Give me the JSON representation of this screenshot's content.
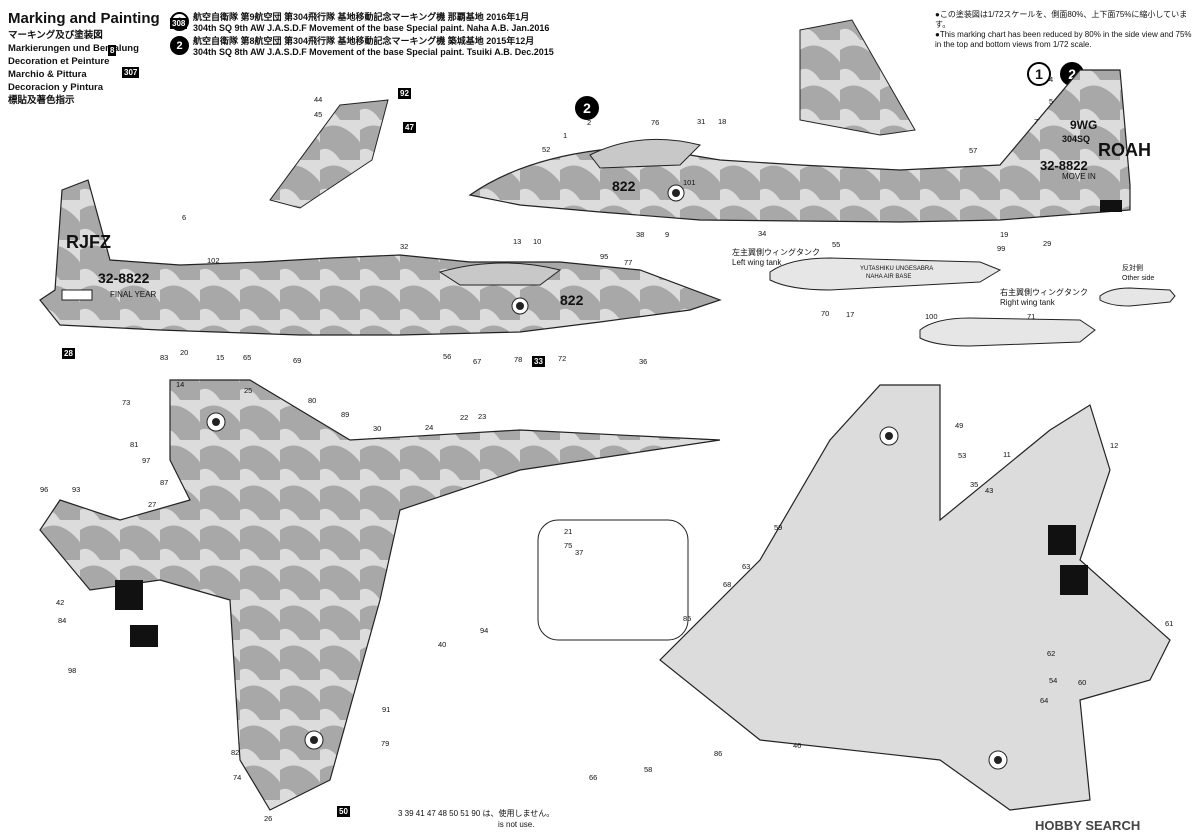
{
  "header": {
    "title": "Marking and Painting",
    "lines": [
      "マーキング及び塗装図",
      "Markierungen und Bemalung",
      "Decoration et Peinture",
      "Marchio & Pittura",
      "Decoracion y Pintura",
      "標貼及著色指示"
    ]
  },
  "schemes": [
    {
      "number": "1",
      "jp": "航空自衛隊 第9航空団 第304飛行隊 基地移動記念マーキング機 那覇基地 2016年1月",
      "en": "304th SQ 9th AW J.A.S.D.F Movement of the base Special paint. Naha A.B. Jan.2016"
    },
    {
      "number": "2",
      "jp": "航空自衛隊 第8航空団 第304飛行隊 基地移動記念マーキング機 築城基地 2015年12月",
      "en": "304th SQ 8th AW J.A.S.D.F Movement of the base Special paint. Tsuiki A.B. Dec.2015"
    }
  ],
  "note": {
    "jp": "●この塗装図は1/72スケールを、側面80%、上下面75%に縮小しています。",
    "en": "●This marking chart has been reduced by 80% in the side view and 75% in the top and bottom views from 1/72 scale."
  },
  "aircraft_markings": {
    "tail_code_1": "RJFZ",
    "tail_text_1": "FINAL YEAR",
    "serial": "32-8822",
    "nose_number": "822",
    "tail_code_2": "ROAH",
    "tail_text_2": "MOVE IN",
    "wing_code": "9WG",
    "tail_number": "304SQ"
  },
  "tanks": {
    "left_jp": "左主翼側ウィングタンク",
    "left_en": "Left wing tank",
    "right_jp": "右主翼側ウィングタンク",
    "right_en": "Right wing tank",
    "other_jp": "反対側",
    "other_en": "Other side",
    "tank_text_1": "YUTASHIKU UNGESABRA",
    "tank_text_2": "NAHA AIR BASE"
  },
  "unused_parts": {
    "numbers": "3 39 41 47 48 50 51 90",
    "jp": "は、使用しません。",
    "en": "is not use."
  },
  "brand": "HOBBY SEARCH",
  "colors": {
    "camo_dark": "#a8a8a8",
    "camo_light": "#dcdcdc",
    "outline": "#222222",
    "code_bg": "#000000"
  },
  "labels": [
    {
      "t": "308",
      "c": 1
    },
    {
      "t": "8",
      "c": 1
    },
    {
      "t": "307",
      "c": 1
    },
    {
      "t": "92",
      "c": 1
    },
    {
      "t": "47",
      "c": 1
    },
    {
      "t": "28",
      "c": 1
    },
    {
      "t": "45",
      "c": 0
    },
    {
      "t": "44",
      "c": 0
    },
    {
      "t": "13",
      "c": 0
    },
    {
      "t": "10",
      "c": 0
    },
    {
      "t": "31",
      "c": 0
    },
    {
      "t": "18",
      "c": 0
    },
    {
      "t": "52",
      "c": 0
    },
    {
      "t": "77",
      "c": 0
    },
    {
      "t": "95",
      "c": 0
    },
    {
      "t": "32",
      "c": 0
    },
    {
      "t": "102",
      "c": 0
    },
    {
      "t": "83",
      "c": 0
    },
    {
      "t": "20",
      "c": 0
    },
    {
      "t": "15",
      "c": 0
    },
    {
      "t": "65",
      "c": 0
    },
    {
      "t": "69",
      "c": 0
    },
    {
      "t": "56",
      "c": 0
    },
    {
      "t": "67",
      "c": 0
    },
    {
      "t": "78",
      "c": 0
    },
    {
      "t": "33",
      "c": 1
    },
    {
      "t": "72",
      "c": 0
    },
    {
      "t": "36",
      "c": 0
    },
    {
      "t": "55",
      "c": 0
    },
    {
      "t": "99",
      "c": 0
    },
    {
      "t": "70",
      "c": 0
    },
    {
      "t": "17",
      "c": 0
    },
    {
      "t": "71",
      "c": 0
    },
    {
      "t": "100",
      "c": 0
    },
    {
      "t": "14",
      "c": 0
    },
    {
      "t": "73",
      "c": 0
    },
    {
      "t": "25",
      "c": 0
    },
    {
      "t": "80",
      "c": 0
    },
    {
      "t": "81",
      "c": 0
    },
    {
      "t": "97",
      "c": 0
    },
    {
      "t": "87",
      "c": 0
    },
    {
      "t": "96",
      "c": 0
    },
    {
      "t": "93",
      "c": 0
    },
    {
      "t": "27",
      "c": 0
    },
    {
      "t": "42",
      "c": 0
    },
    {
      "t": "84",
      "c": 0
    },
    {
      "t": "98",
      "c": 0
    },
    {
      "t": "82",
      "c": 0
    },
    {
      "t": "74",
      "c": 0
    },
    {
      "t": "26",
      "c": 0
    },
    {
      "t": "79",
      "c": 0
    },
    {
      "t": "91",
      "c": 0
    },
    {
      "t": "89",
      "c": 0
    },
    {
      "t": "40",
      "c": 0
    },
    {
      "t": "94",
      "c": 0
    },
    {
      "t": "30",
      "c": 0
    },
    {
      "t": "24",
      "c": 0
    },
    {
      "t": "22",
      "c": 0
    },
    {
      "t": "23",
      "c": 0
    },
    {
      "t": "21",
      "c": 0
    },
    {
      "t": "75",
      "c": 0
    },
    {
      "t": "37",
      "c": 0
    },
    {
      "t": "68",
      "c": 0
    },
    {
      "t": "85",
      "c": 0
    },
    {
      "t": "63",
      "c": 0
    },
    {
      "t": "59",
      "c": 0
    },
    {
      "t": "49",
      "c": 0
    },
    {
      "t": "53",
      "c": 0
    },
    {
      "t": "35",
      "c": 0
    },
    {
      "t": "43",
      "c": 0
    },
    {
      "t": "11",
      "c": 0
    },
    {
      "t": "12",
      "c": 0
    },
    {
      "t": "61",
      "c": 0
    },
    {
      "t": "62",
      "c": 0
    },
    {
      "t": "54",
      "c": 0
    },
    {
      "t": "60",
      "c": 0
    },
    {
      "t": "64",
      "c": 0
    },
    {
      "t": "86",
      "c": 0
    },
    {
      "t": "46",
      "c": 0
    },
    {
      "t": "58",
      "c": 0
    },
    {
      "t": "66",
      "c": 0
    },
    {
      "t": "101",
      "c": 0
    },
    {
      "t": "57",
      "c": 0
    },
    {
      "t": "19",
      "c": 0
    },
    {
      "t": "29",
      "c": 0
    },
    {
      "t": "34",
      "c": 0
    },
    {
      "t": "76",
      "c": 0
    },
    {
      "t": "1",
      "c": 0
    },
    {
      "t": "2",
      "c": 0
    },
    {
      "t": "4",
      "c": 0
    },
    {
      "t": "5",
      "c": 0
    },
    {
      "t": "6",
      "c": 0
    },
    {
      "t": "7",
      "c": 0
    },
    {
      "t": "9",
      "c": 0
    },
    {
      "t": "38",
      "c": 0
    },
    {
      "t": "50",
      "c": 1
    }
  ]
}
